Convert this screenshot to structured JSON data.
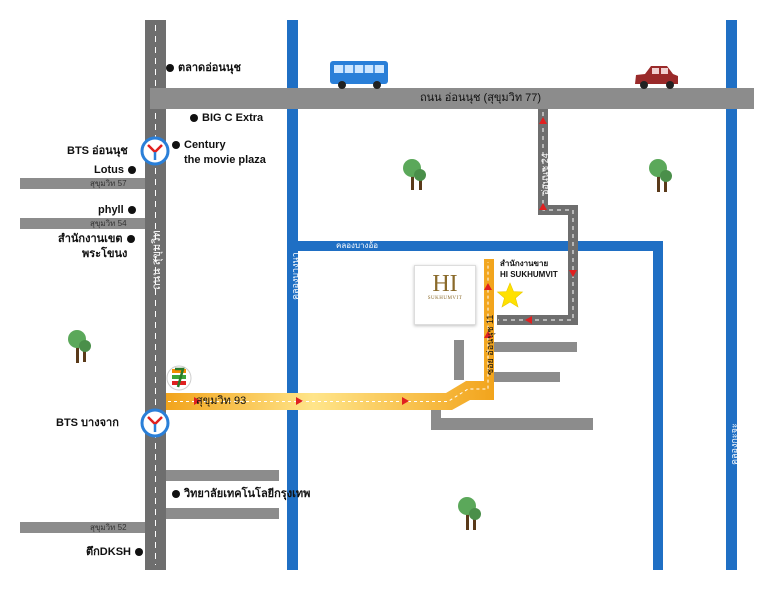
{
  "roads": {
    "main_top": "ถนน อ่อนนุช (สุขุมวิท 77)",
    "sukhumvit": "ถนน สุขุมวิท",
    "sukhumvit_93": "สุขุมวิท 93",
    "soi_24": "อ่อนนุช 24",
    "soi_11": "ซอย อ่อนนุช 11",
    "canal_top": "คลองบางอ้อ",
    "canal_mid": "คลองบางนา",
    "canal_right": "คลองกะจะ",
    "soi_57": "สุขุมวิท 57",
    "soi_54": "สุขุมวิท 54",
    "soi_52": "สุขุมวิท 52"
  },
  "stations": {
    "onnut": "BTS อ่อนนุช",
    "bangchak": "BTS บางจาก"
  },
  "places": {
    "talad": "ตลาดอ่อนนุช",
    "bigc": "BIG C Extra",
    "century_1": "Century",
    "century_2": "the movie plaza",
    "lotus": "Lotus",
    "phyll": "phyll",
    "office_1": "สำนักงานเขต",
    "office_2": "พระโขนง",
    "college": "วิทยาลัยเทคโนโลยีกรุงเทพ",
    "dksh": "ตึกDKSH",
    "hotel_th": "สำนักงานขาย",
    "hotel_en": "HI SUKHUMVIT"
  },
  "logo": {
    "main": "HI",
    "sub": "SUKHUMVIT"
  },
  "colors": {
    "road_gray": "#8c8c8c",
    "road_dark": "#6e6e6e",
    "canal_blue": "#1f6fc4",
    "route_orange": "#f2a41c",
    "route_highlight": "#ffe58a",
    "route_arrow": "#e02020",
    "star": "#ffe100",
    "tree_trunk": "#5a3a1a",
    "tree_leaf": "#5ba85a"
  },
  "icons": {
    "bus": "bus-icon",
    "car": "car-icon",
    "bts": "bts-logo-icon",
    "seven_eleven": "seven-eleven-icon",
    "star": "destination-star-icon",
    "tree": "tree-icon"
  }
}
